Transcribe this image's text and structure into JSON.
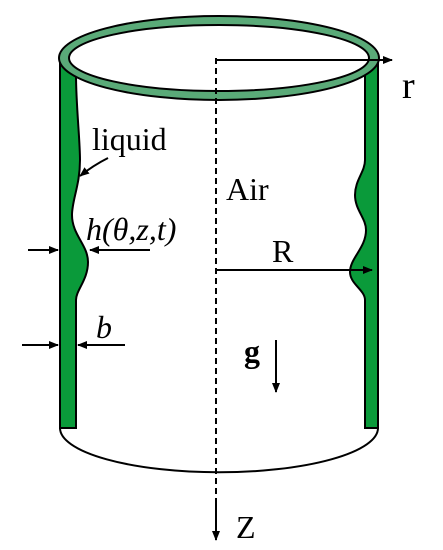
{
  "labels": {
    "liquid": "liquid",
    "air": "Air",
    "film_thickness": "h(θ,z,t)",
    "radius": "R",
    "gap": "b",
    "gravity": "g",
    "radial_axis": "r",
    "axial_axis": "Z"
  },
  "colors": {
    "liquid_fill": "#0a9a3a",
    "rim_fill": "#5aaa78",
    "outline": "#000000"
  }
}
